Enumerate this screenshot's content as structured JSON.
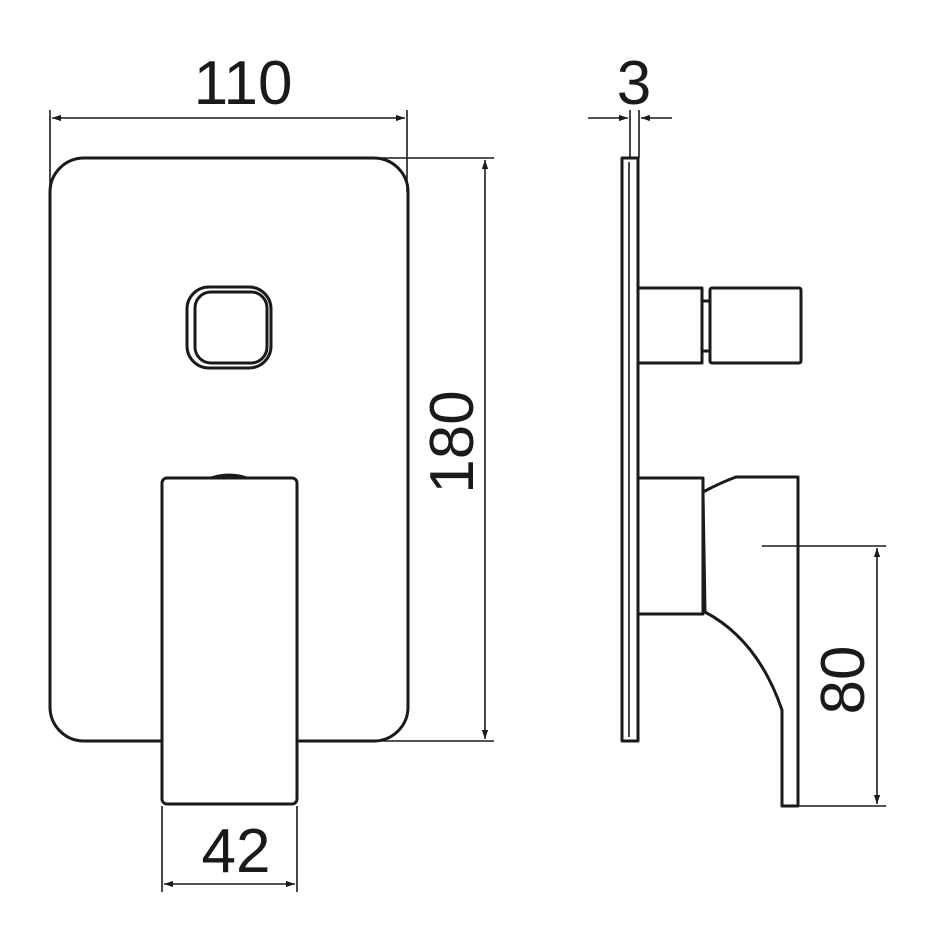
{
  "dimensions": {
    "plate_width": "110",
    "plate_height": "180",
    "lever_width": "42",
    "plate_thickness": "3",
    "lever_projection": "80"
  },
  "colors": {
    "line": "#1a1a1a",
    "background": "#ffffff"
  }
}
